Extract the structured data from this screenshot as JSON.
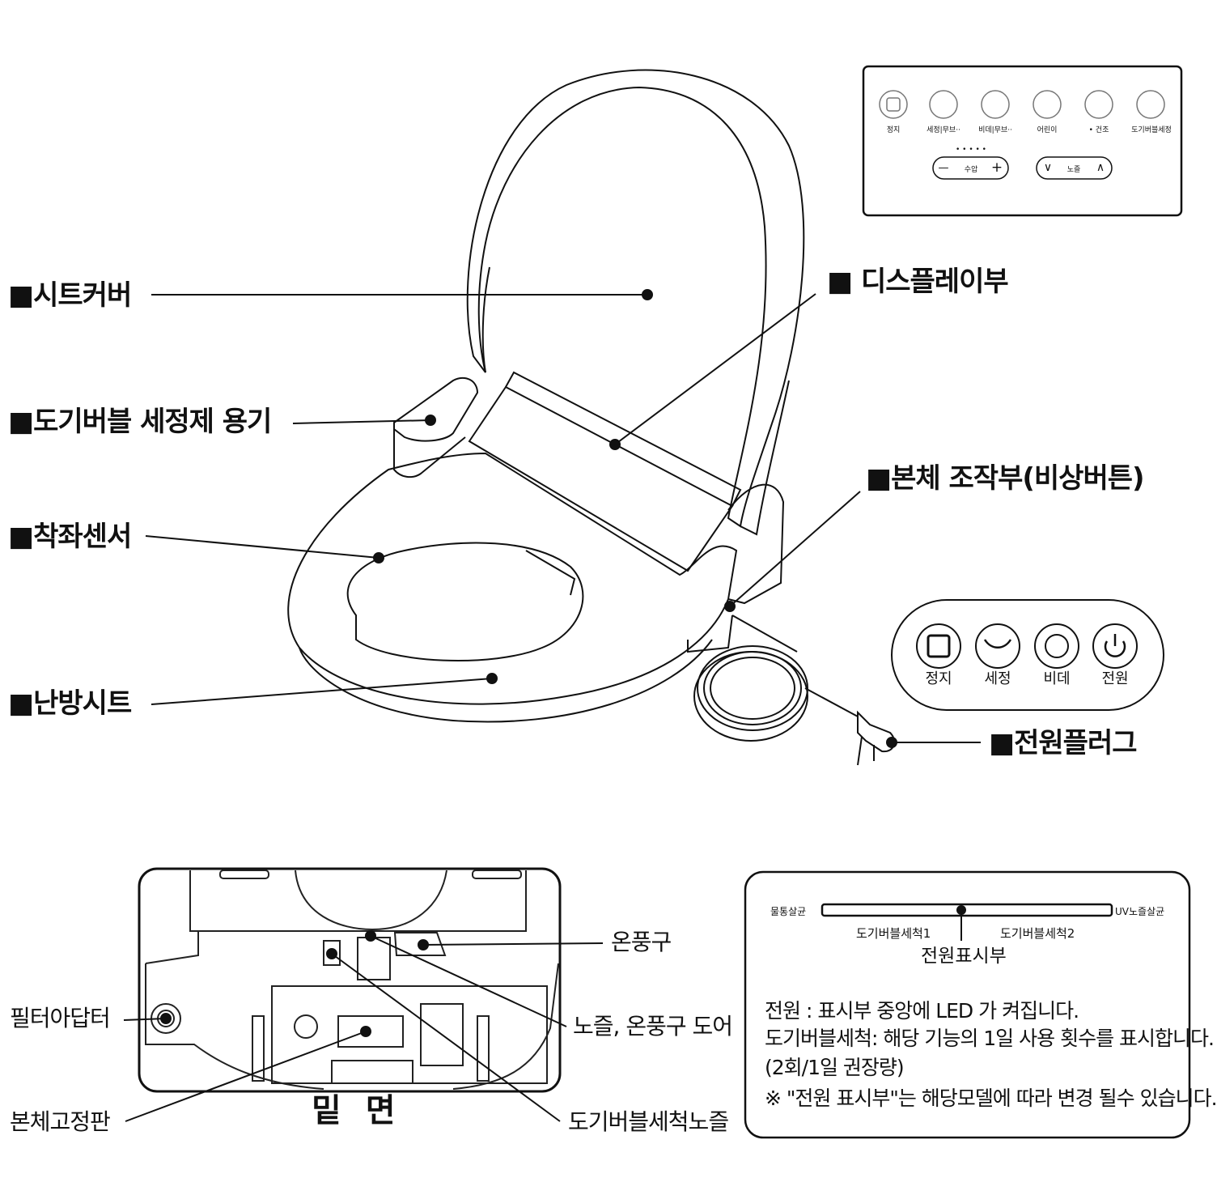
{
  "labels": {
    "seat_cover": "■시트커버",
    "detergent": "■도기버블 세정제 용기",
    "seat_sensor": "■착좌센서",
    "heated_seat": "■난방시트",
    "display": "■ 디스플레이부",
    "body_control": "■본체 조작부(비상버튼)",
    "power_plug": "■전원플러그"
  },
  "display_panel": {
    "buttons": [
      {
        "icon": "stop-icon",
        "label": "정지"
      },
      {
        "icon": "cleanse-icon",
        "label": "세정|무브··"
      },
      {
        "icon": "bidet-icon",
        "label": "비데|무브··"
      },
      {
        "icon": "child-icon",
        "label": "어린이"
      },
      {
        "icon": "dry-icon",
        "label": "• 건조"
      },
      {
        "icon": "bubble-clean-icon",
        "label": "도기버블세정"
      }
    ],
    "pressure": {
      "minus": "—",
      "label": "수압",
      "plus": "+"
    },
    "nozzle": {
      "down": "∨",
      "label": "노즐",
      "up": "∧"
    },
    "dots": "• • • • •"
  },
  "side_panel": {
    "buttons": [
      {
        "icon": "stop-icon",
        "label": "정지"
      },
      {
        "icon": "cleanse-icon",
        "label": "세정"
      },
      {
        "icon": "bidet-icon",
        "label": "비데"
      },
      {
        "icon": "power-icon",
        "label": "전원"
      }
    ]
  },
  "bottom": {
    "title": "밑 면",
    "warm_air": "온풍구",
    "filter": "필터아답터",
    "nozzle_door": "노즐, 온풍구 도어",
    "plate": "본체고정판",
    "bubble_nozzle": "도기버블세척노즐"
  },
  "indicator": {
    "left": "물통살균",
    "right": "UV노즐살균",
    "sub1": "도기버블세척1",
    "sub2": "도기버블세척2",
    "center": "전원표시부",
    "notes": [
      "전원 : 표시부 중앙에 LED 가 켜집니다.",
      "도기버블세척: 해당 기능의 1일 사용 횟수를 표시합니다.",
      "(2회/1일 권장량)",
      "※ \"전원 표시부\"는 해당모델에 따라 변경 될수 있습니다."
    ]
  },
  "strip_labels": [
    "물통살균",
    "도기버블세척1",
    "도기버블세척2",
    "UV노즐살균"
  ]
}
